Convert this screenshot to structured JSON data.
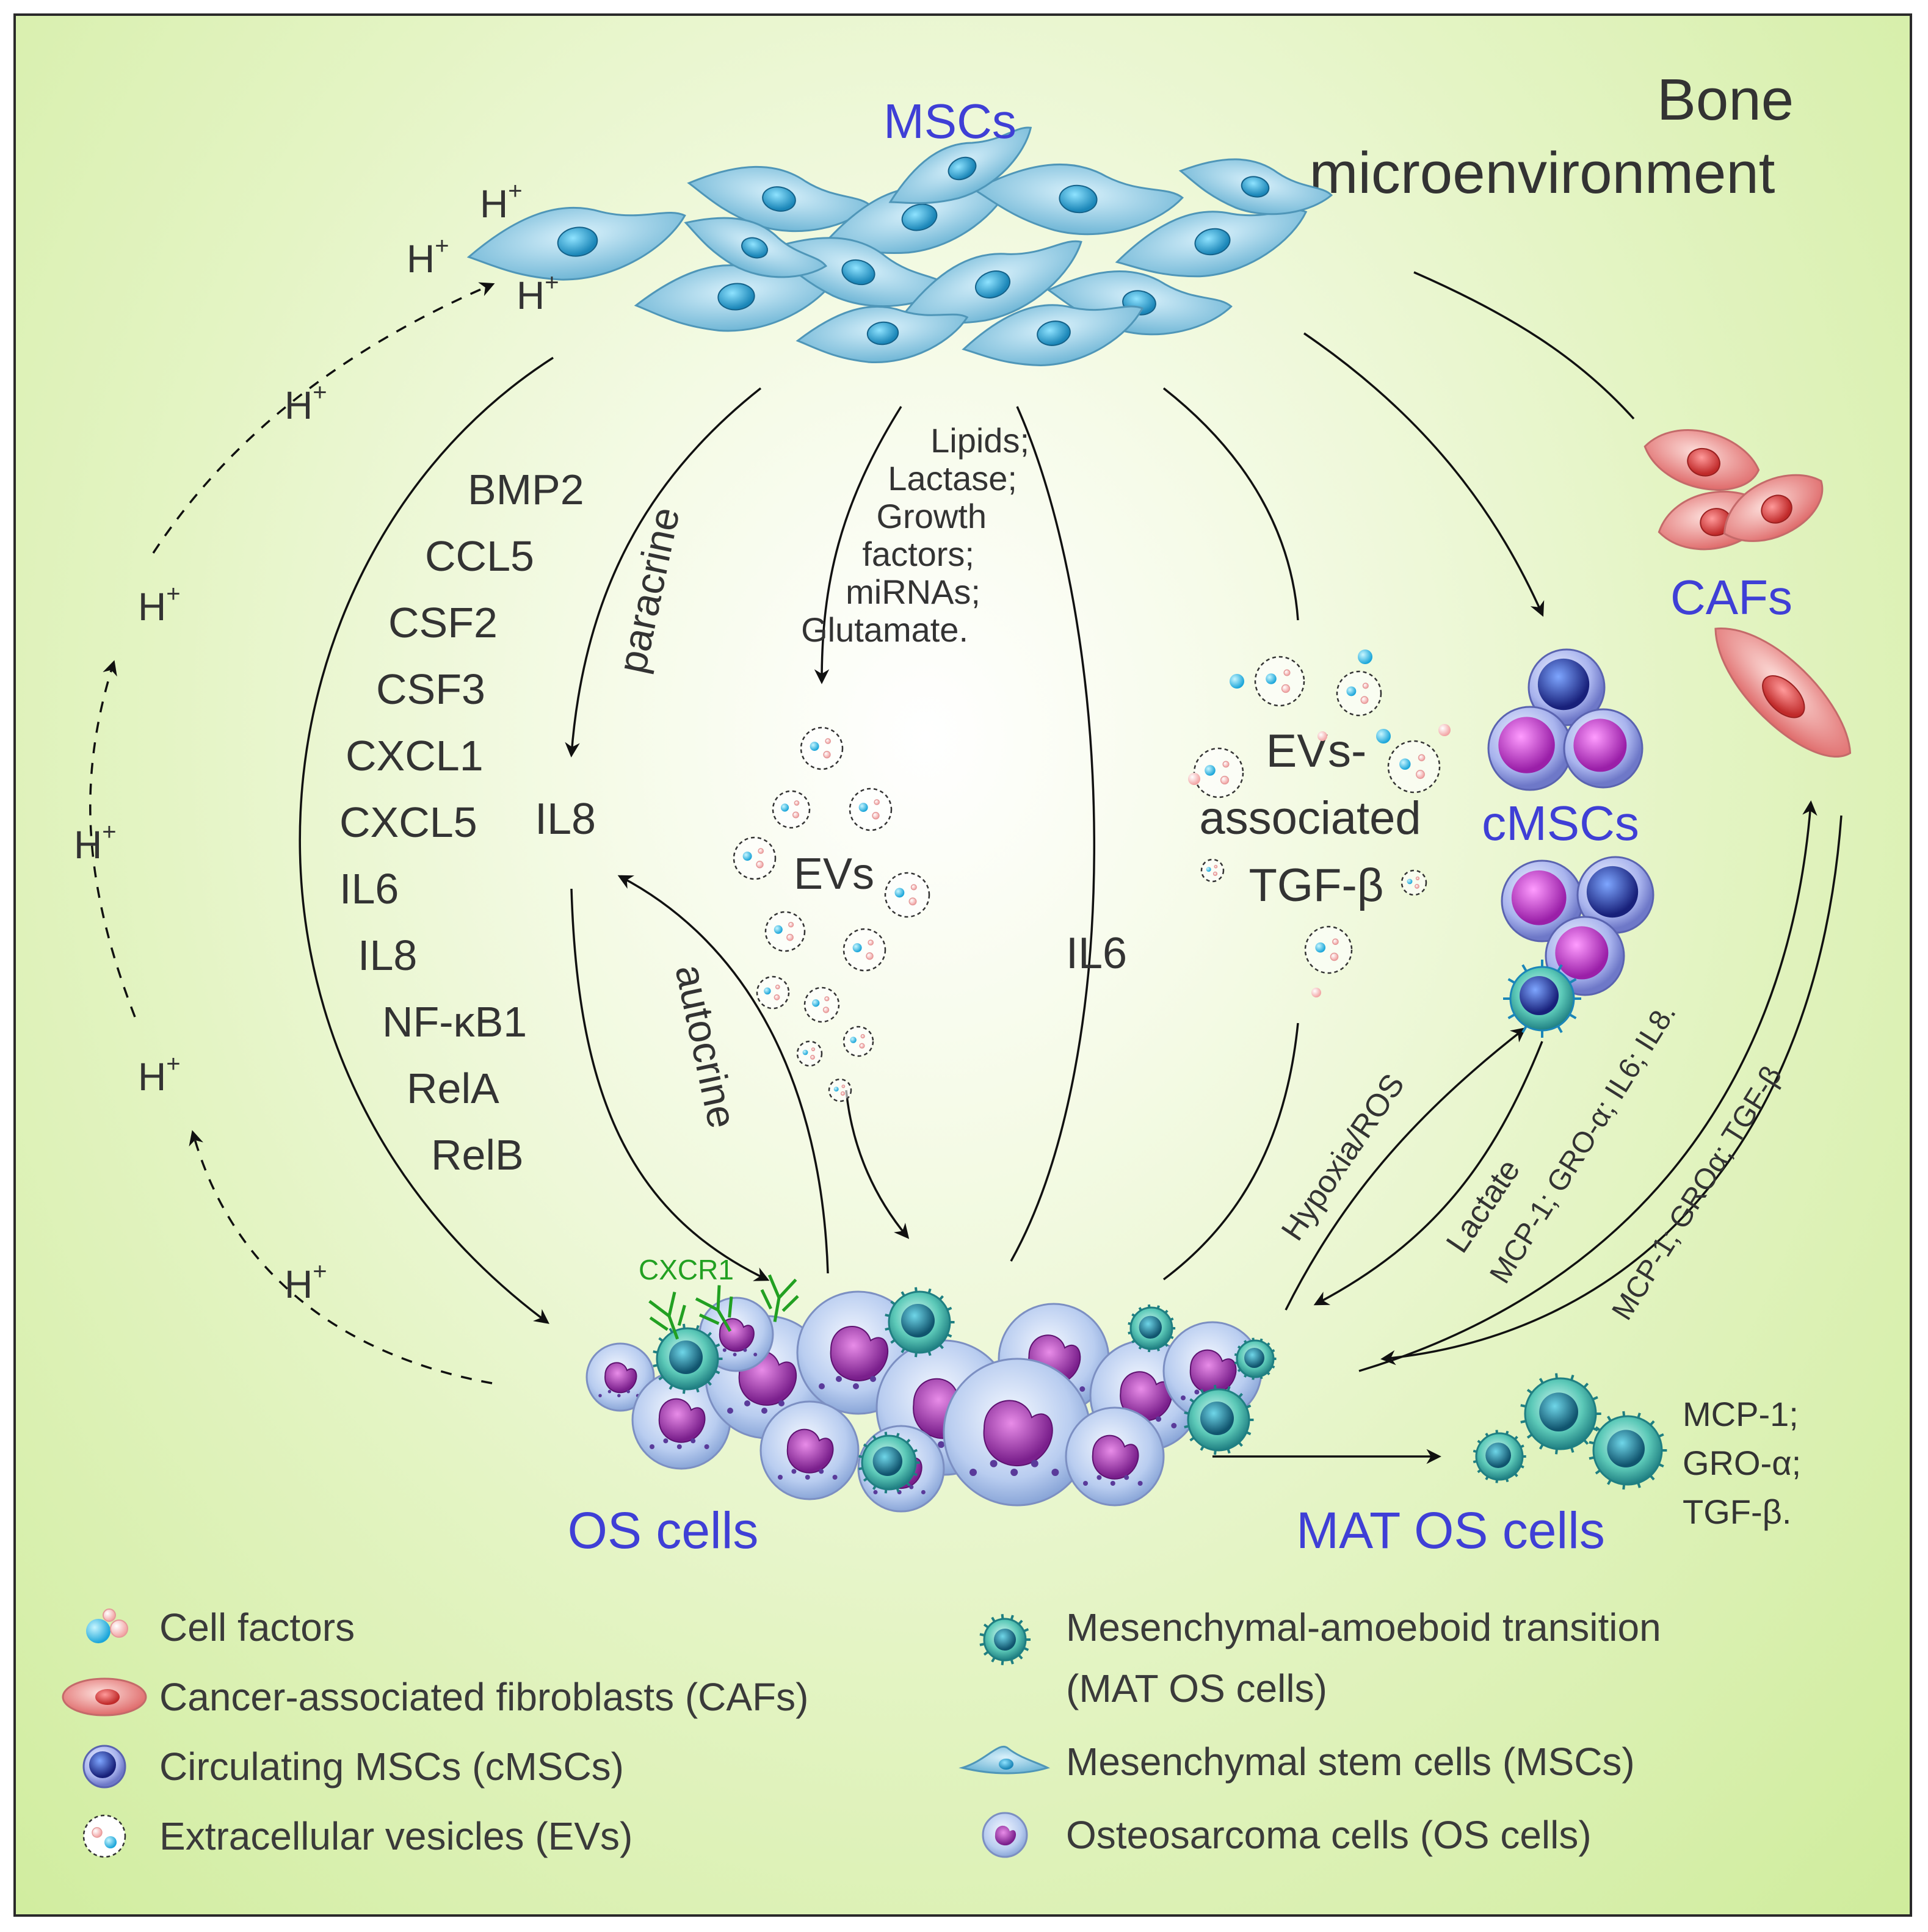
{
  "title": {
    "line1": "Bone",
    "line2": "microenvironment"
  },
  "labels": {
    "mscs": "MSCs",
    "cafs": "CAFs",
    "cmscs": "cMSCs",
    "os_cells": "OS cells",
    "mat_os_cells": "MAT OS cells",
    "il8": "IL8",
    "evs": "EVs",
    "il6": "IL6",
    "evs_tgf_1": "EVs-",
    "evs_tgf_2": "associated",
    "evs_tgf_3": "TGF-β",
    "paracrine": "paracrine",
    "autocrine": "autocrine",
    "cxcr1": "CXCR1",
    "hypoxia": "Hypoxia/ROS",
    "lactate": "Lactate",
    "mcp_upper": "MCP-1; GRO-α; IL6; IL8.",
    "mcp_lower": "MCP-1; GROα; TGF-β",
    "h_base": "H",
    "h_sup": "+"
  },
  "factor_list": [
    "BMP2",
    "CCL5",
    "CSF2",
    "CSF3",
    "CXCL1",
    "CXCL5",
    "IL6",
    "IL8",
    "NF-κB1",
    "RelA",
    "RelB"
  ],
  "ev_contents": [
    "Lipids;",
    "Lactase;",
    "Growth",
    "factors;",
    "miRNAs;",
    "Glutamate."
  ],
  "mat_factors": [
    "MCP-1;",
    "GRO-α;",
    "TGF-β."
  ],
  "legend": {
    "left": [
      {
        "icon": "cell-factors-icon",
        "label": "Cell factors"
      },
      {
        "icon": "caf-icon",
        "label": "Cancer-associated fibroblasts (CAFs)"
      },
      {
        "icon": "cmsc-icon",
        "label": "Circulating MSCs (cMSCs)"
      },
      {
        "icon": "ev-icon",
        "label": "Extracellular vesicles (EVs)"
      }
    ],
    "right": [
      {
        "icon": "mat-cell-icon",
        "label": "Mesenchymal-amoeboid transition"
      },
      {
        "icon": "none",
        "label": "(MAT OS cells)"
      },
      {
        "icon": "msc-icon",
        "label": "Mesenchymal stem cells (MSCs)"
      },
      {
        "icon": "os-cell-icon",
        "label": "Osteosarcoma cells (OS cells)"
      }
    ]
  },
  "colors": {
    "label_blue": "#3f3fd6",
    "text": "#333333",
    "receptor_green": "#22a022"
  }
}
